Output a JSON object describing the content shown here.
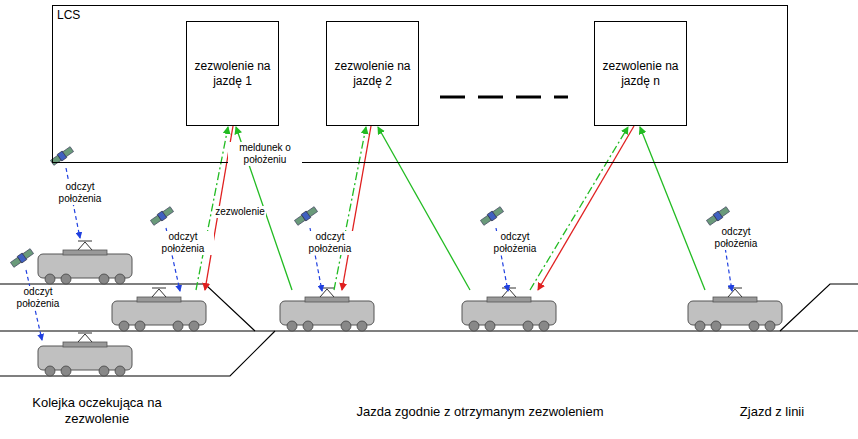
{
  "diagram": {
    "nodes": [
      {
        "text": [
          "LCS"
        ]
      },
      {
        "text": [
          "zezwolenie na jazdę 1"
        ],
        "in": 0
      },
      {
        "text": [
          "zezwolenie na jazdę 2"
        ],
        "in": 0
      },
      {
        "text": [
          "zezwolenie na jazdę n"
        ],
        "in": 0
      }
    ],
    "labels": [
      "meldunek o położeniu",
      "zezwolenie",
      "odczyt położenia",
      "odczyt położenia",
      "odczyt położenia",
      "odczyt położenia",
      "odczyt położenia",
      "odczyt położenia",
      "Kolejka oczekująca na zezwolenie",
      "Jazda zgodnie z otrzymanym zezwoleniem",
      "Zjazd z linii"
    ]
  }
}
